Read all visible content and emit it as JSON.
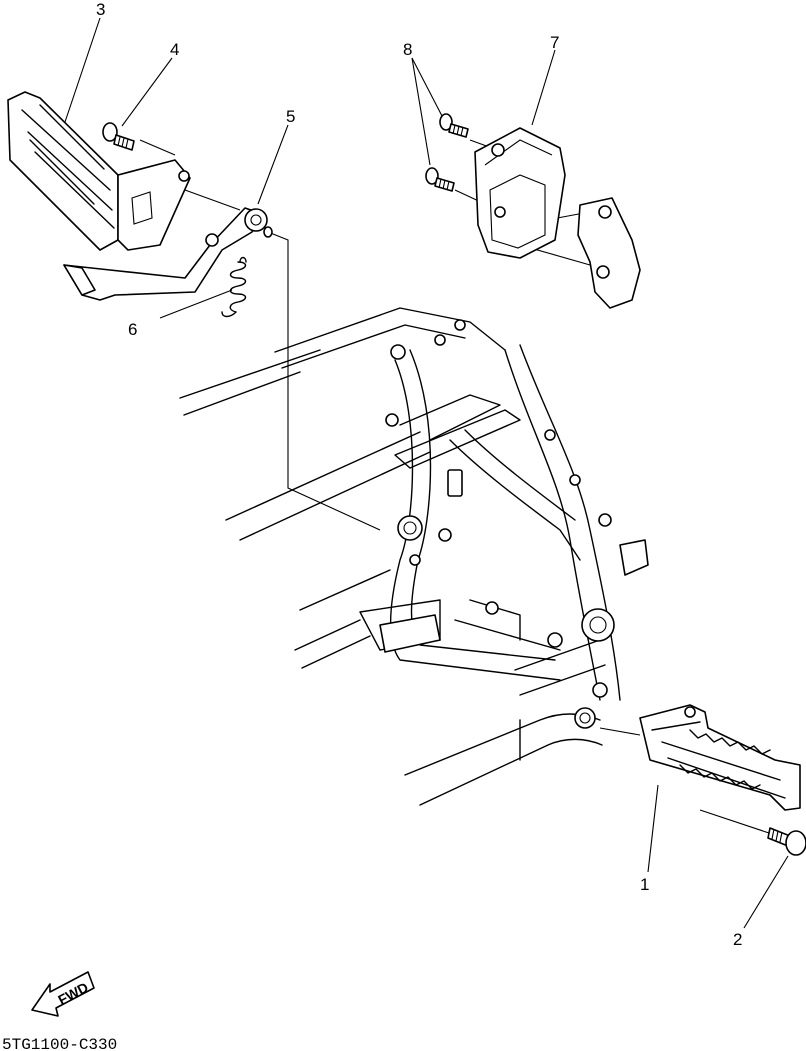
{
  "diagram_code": "5TG1100-C330",
  "fwd_label": "FWD",
  "callouts": [
    {
      "id": "1",
      "label": "1"
    },
    {
      "id": "2",
      "label": "2"
    },
    {
      "id": "3",
      "label": "3"
    },
    {
      "id": "4",
      "label": "4"
    },
    {
      "id": "5",
      "label": "5"
    },
    {
      "id": "6",
      "label": "6"
    },
    {
      "id": "7",
      "label": "7"
    },
    {
      "id": "8",
      "label": "8"
    }
  ]
}
